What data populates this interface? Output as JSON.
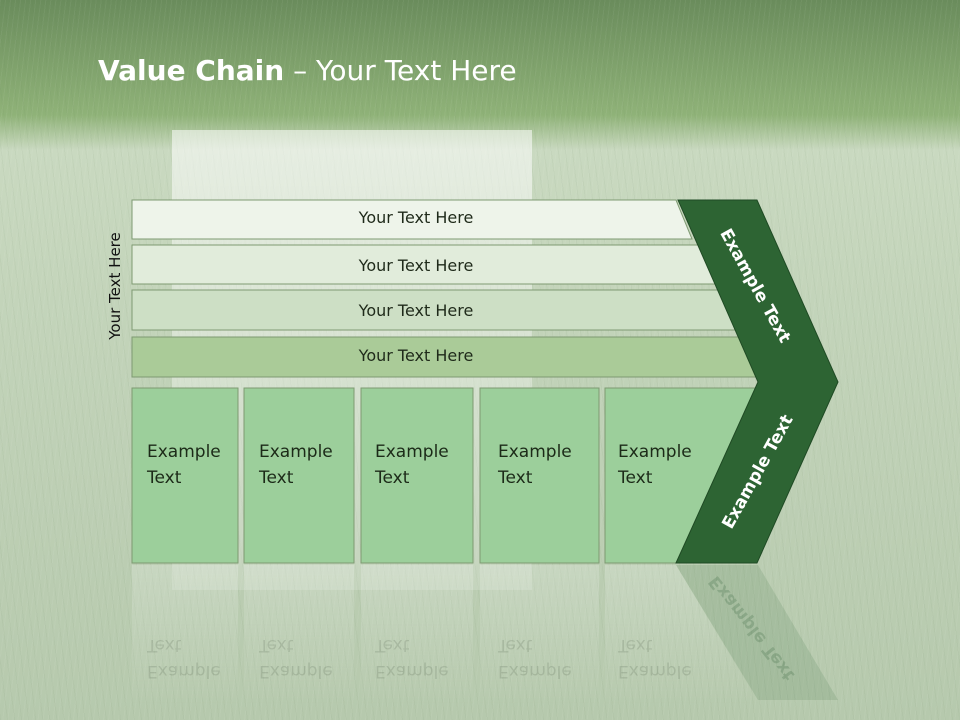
{
  "slide": {
    "title_bold": "Value Chain",
    "title_rest": " – Your Text Here",
    "side_label": "Your Text Here",
    "bars": [
      {
        "label": "Your Text Here",
        "fill": "#eef4ea"
      },
      {
        "label": "Your Text Here",
        "fill": "#e1ecdb"
      },
      {
        "label": "Your Text Here",
        "fill": "#cddfc5"
      },
      {
        "label": "Your Text Here",
        "fill": "#aacb98"
      }
    ],
    "cells": [
      {
        "label": "Example\nText"
      },
      {
        "label": "Example\nText"
      },
      {
        "label": "Example\nText"
      },
      {
        "label": "Example\nText"
      },
      {
        "label": "Example\nText"
      }
    ],
    "chevron_top": "Example Text",
    "chevron_bottom": "Example Text",
    "colors": {
      "cell_fill": "#9ccf9b",
      "chevron_fill": "#2d6433",
      "border": "#7e9a72"
    }
  }
}
